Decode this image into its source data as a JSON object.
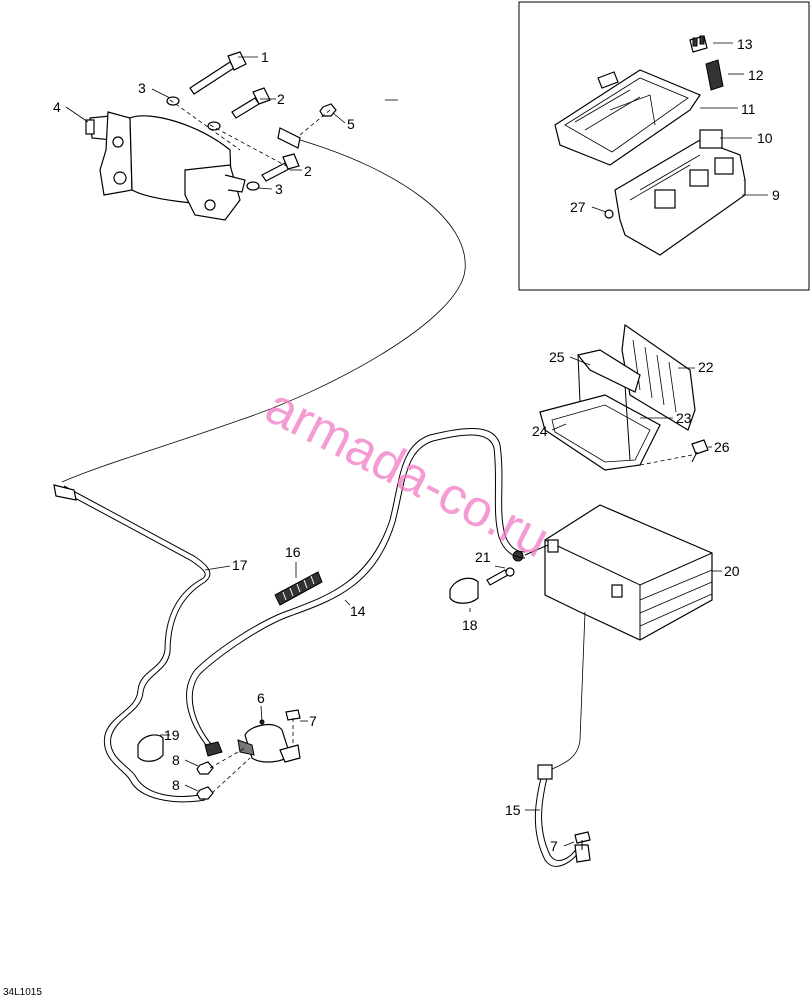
{
  "drawing_code": "34L1015",
  "watermark": "armada-co.ru",
  "callouts": [
    {
      "id": "c1",
      "text": "1"
    },
    {
      "id": "c2a",
      "text": "2"
    },
    {
      "id": "c3a",
      "text": "3"
    },
    {
      "id": "c4",
      "text": "4"
    },
    {
      "id": "c5",
      "text": "5"
    },
    {
      "id": "c2b",
      "text": "2"
    },
    {
      "id": "c3b",
      "text": "3"
    },
    {
      "id": "c13",
      "text": "13"
    },
    {
      "id": "c12",
      "text": "12"
    },
    {
      "id": "c11",
      "text": "11"
    },
    {
      "id": "c10",
      "text": "10"
    },
    {
      "id": "c9",
      "text": "9"
    },
    {
      "id": "c27",
      "text": "27"
    },
    {
      "id": "c25",
      "text": "25"
    },
    {
      "id": "c22",
      "text": "22"
    },
    {
      "id": "c23",
      "text": "23"
    },
    {
      "id": "c24",
      "text": "24"
    },
    {
      "id": "c26",
      "text": "26"
    },
    {
      "id": "c17",
      "text": "17"
    },
    {
      "id": "c16",
      "text": "16"
    },
    {
      "id": "c14",
      "text": "14"
    },
    {
      "id": "c21",
      "text": "21"
    },
    {
      "id": "c20",
      "text": "20"
    },
    {
      "id": "c18",
      "text": "18"
    },
    {
      "id": "c6",
      "text": "6"
    },
    {
      "id": "c7a",
      "text": "7"
    },
    {
      "id": "c19",
      "text": "19"
    },
    {
      "id": "c8a",
      "text": "8"
    },
    {
      "id": "c8b",
      "text": "8"
    },
    {
      "id": "c15",
      "text": "15"
    },
    {
      "id": "c7b",
      "text": "7"
    }
  ]
}
